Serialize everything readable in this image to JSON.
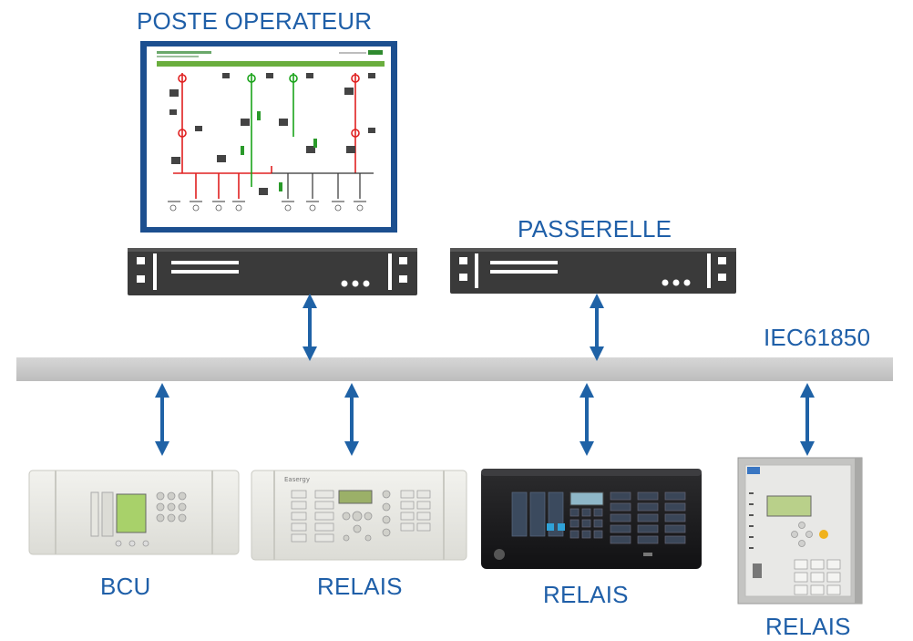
{
  "labels": {
    "operator_station": "POSTE OPERATEUR",
    "gateway": "PASSERELLE",
    "bus": "IEC61850",
    "device_bcu": "BCU",
    "device_relay_1": "RELAIS",
    "device_relay_2": "RELAIS",
    "device_relay_3": "RELAIS"
  },
  "device_brands": {
    "relay_1": "Easergy"
  },
  "colors": {
    "label_blue": "#1f5fa8",
    "arrow_blue": "#1f62a6",
    "bus_gray": "#c8c8c8",
    "rack_dark": "#3a3a3a",
    "screen_frame": "#1c4f8f",
    "hmi_red": "#e02020",
    "hmi_green": "#1aa31a"
  }
}
